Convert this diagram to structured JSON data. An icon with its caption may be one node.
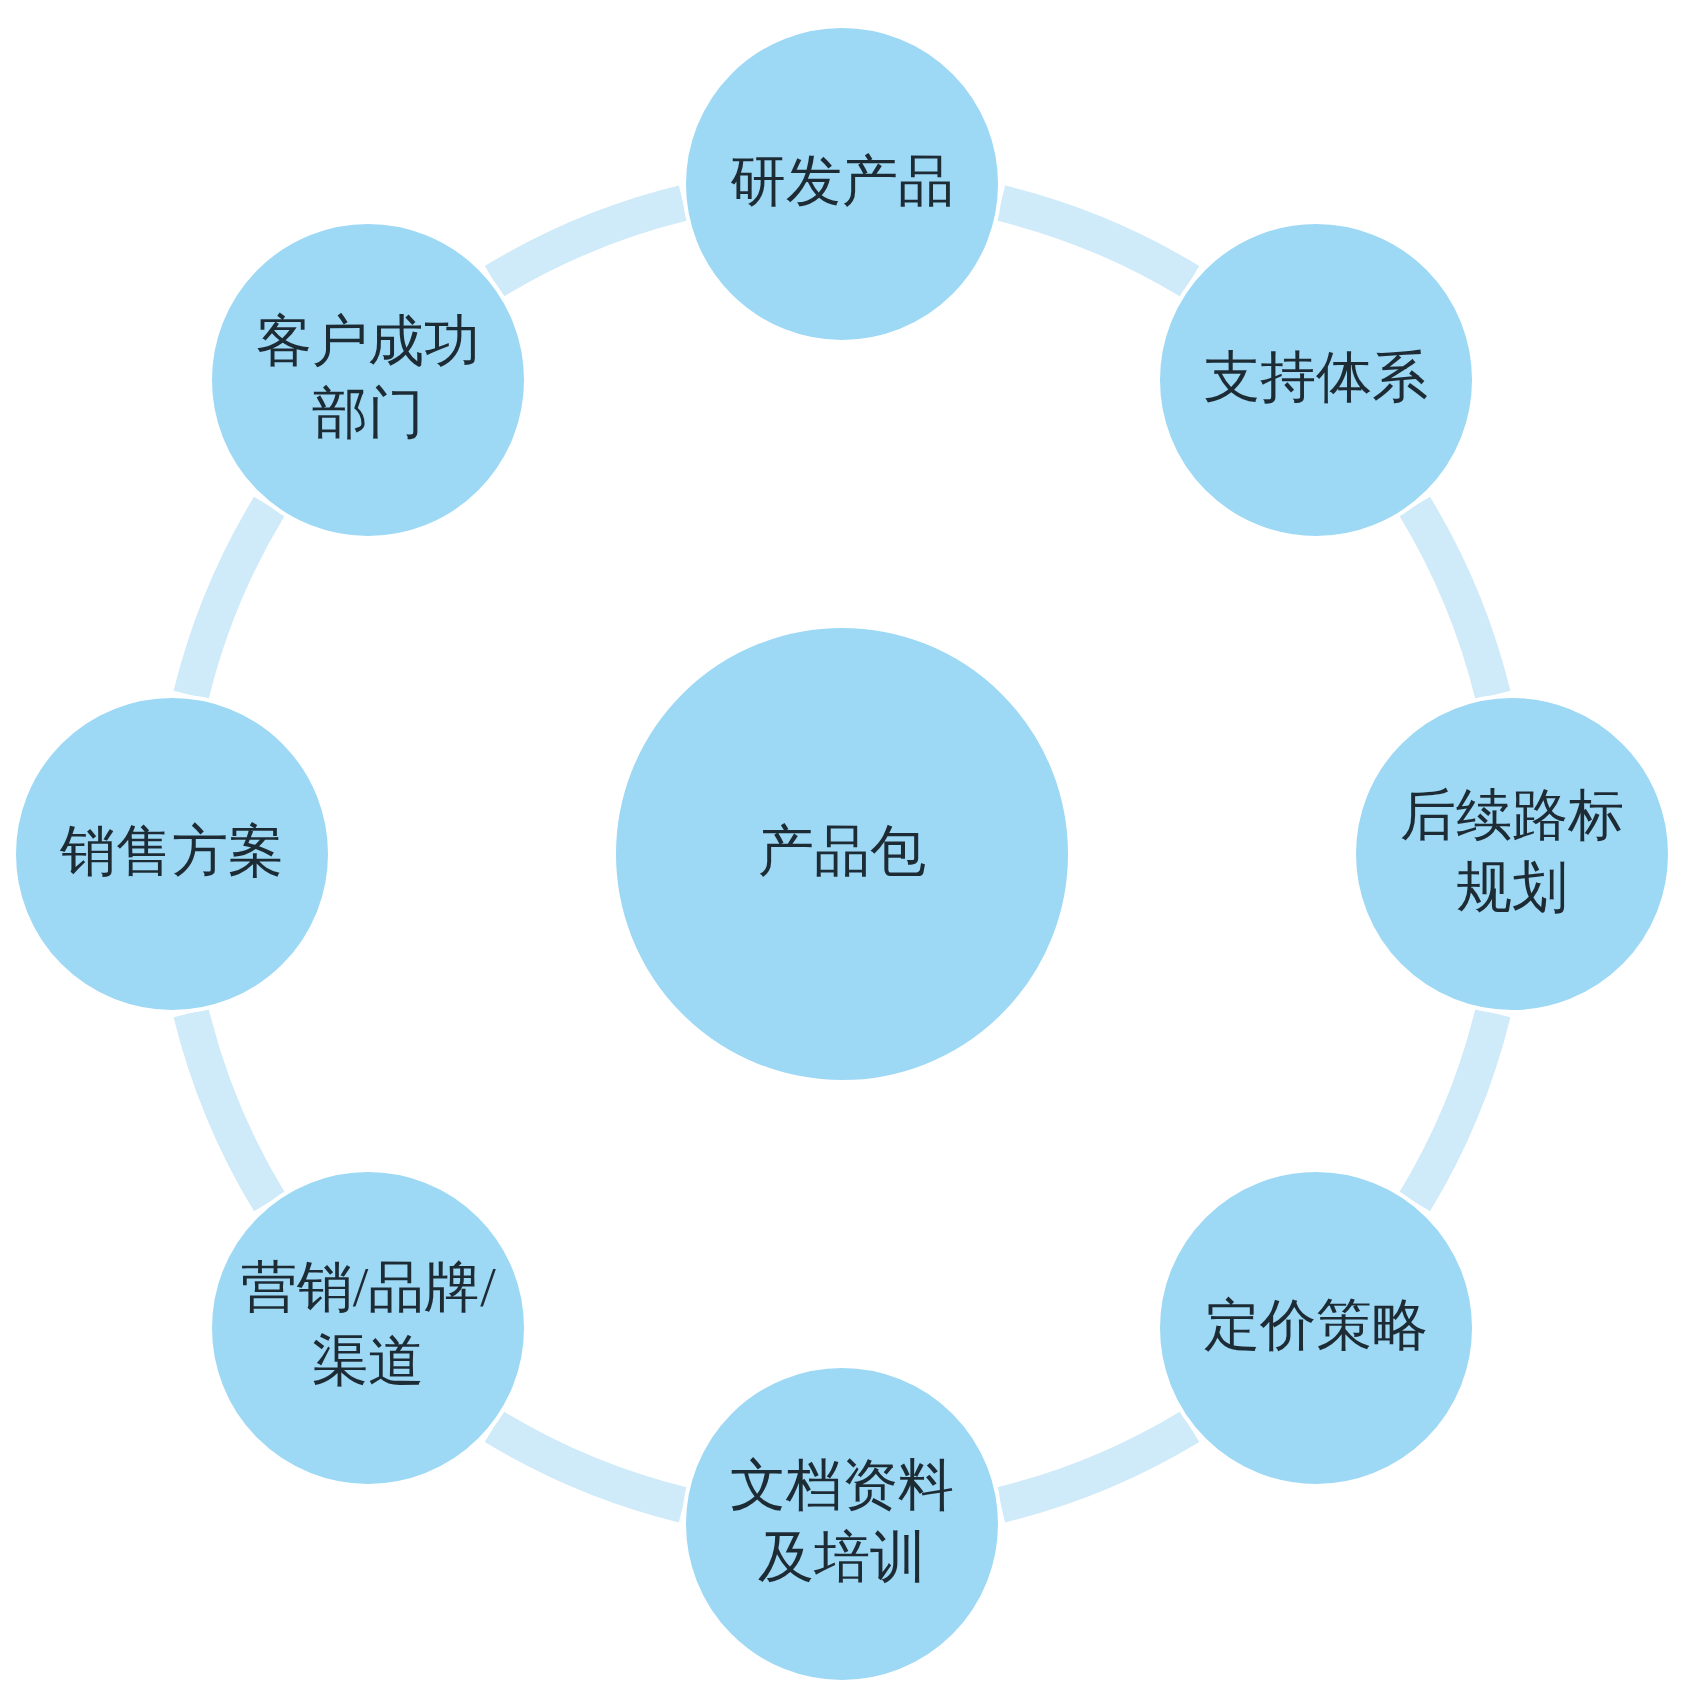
{
  "diagram": {
    "nodes": [
      {
        "text": [
          "研发产品"
        ]
      },
      {
        "text": [
          "支持体系"
        ]
      },
      {
        "text": [
          "后续路标规划"
        ]
      },
      {
        "text": [
          "定价策略"
        ]
      },
      {
        "text": [
          "文档资料及培训"
        ]
      },
      {
        "text": [
          "营销/品牌/渠道"
        ]
      },
      {
        "text": [
          "销售方案"
        ]
      },
      {
        "text": [
          "客户成功部门"
        ]
      },
      {
        "text": [
          "产品包"
        ]
      }
    ],
    "edges": [
      {
        "from": 0,
        "to": 1,
        "arrow": "none"
      },
      {
        "from": 1,
        "to": 2,
        "arrow": "none"
      },
      {
        "from": 2,
        "to": 3,
        "arrow": "none"
      },
      {
        "from": 3,
        "to": 4,
        "arrow": "none"
      },
      {
        "from": 4,
        "to": 5,
        "arrow": "none"
      },
      {
        "from": 5,
        "to": 6,
        "arrow": "none"
      },
      {
        "from": 6,
        "to": 7,
        "arrow": "none"
      },
      {
        "from": 7,
        "to": 0,
        "arrow": "none"
      }
    ]
  }
}
